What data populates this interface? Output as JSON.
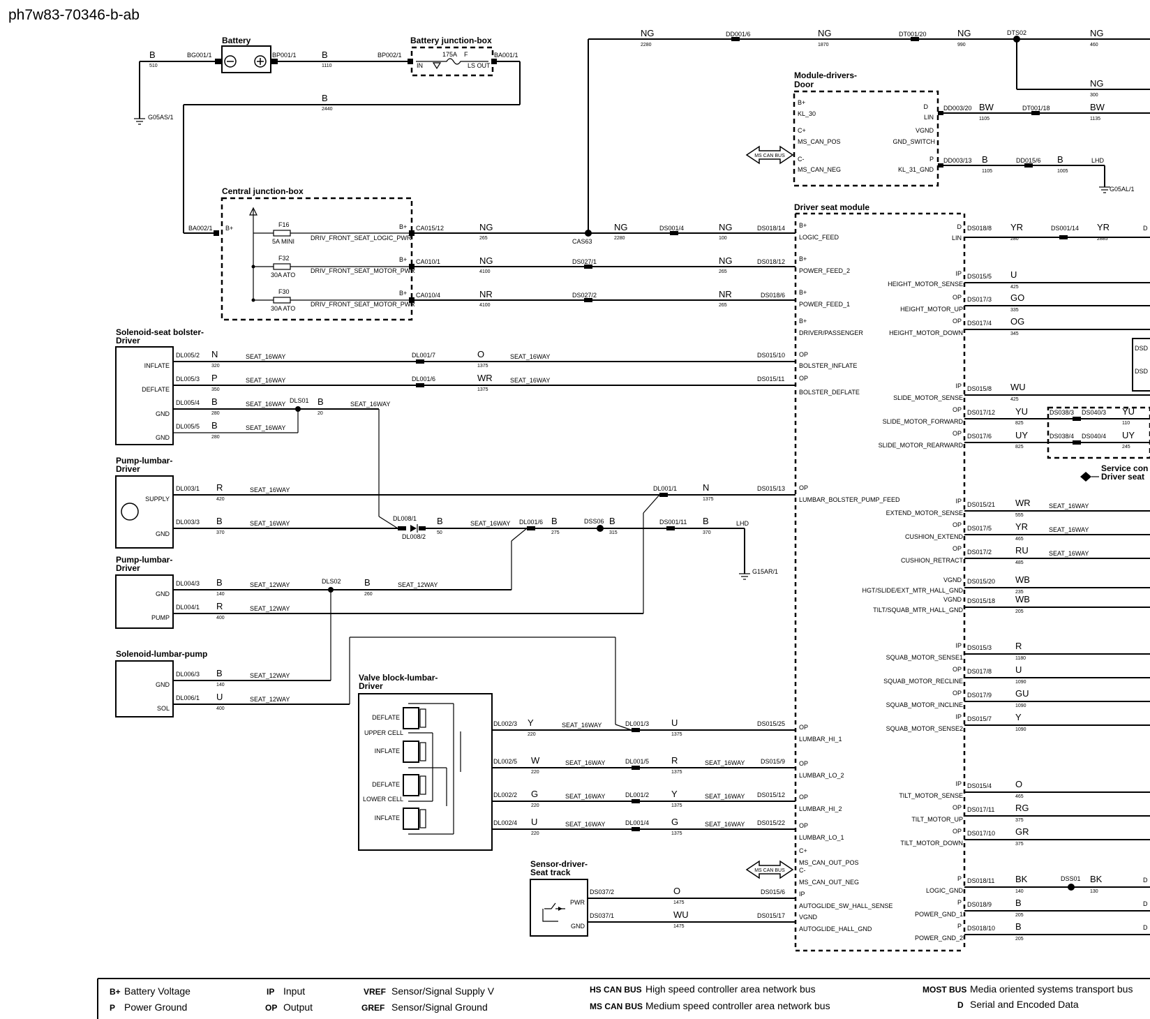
{
  "document_id": "ph7w83-70346-b-ab",
  "components": {
    "battery": "Battery",
    "battery_jb": "Battery junction-box",
    "central_jb": "Central junction-box",
    "module_door": [
      "Module-drivers-",
      "Door"
    ],
    "seat_module": "Driver seat module",
    "sol_bolster": [
      "Solenoid-seat bolster-",
      "Driver"
    ],
    "pump_lumbar_1": [
      "Pump-lumbar-",
      "Driver"
    ],
    "pump_lumbar_2": [
      "Pump-lumbar-",
      "Driver"
    ],
    "sol_lumbar_pump": "Solenoid-lumbar-pump",
    "valve_block": [
      "Valve block-lumbar-",
      "Driver"
    ],
    "sensor_track": [
      "Sensor-driver-",
      "Seat track"
    ],
    "service_conn": [
      "Service con",
      "Driver seat"
    ]
  },
  "labels": {
    "fuse_175": "175A",
    "fuse_f": "F",
    "in": "IN",
    "ls_out": "LS OUT",
    "f16": "F16",
    "f16_rating": "5A MINI",
    "f32": "F32",
    "f32_rating": "30A ATO",
    "f30": "F30",
    "f30_rating": "30A ATO",
    "bplus": "B+",
    "circ_logic": "DRIV_FRONT_SEAT_LOGIC_PWR",
    "circ_motor": "DRIV_FRONT_SEAT_MOTOR_PWR",
    "ms_can_bus": "MS CAN BUS",
    "seat16": "SEAT_16WAY",
    "seat12": "SEAT_12WAY",
    "lhd": "LHD"
  },
  "grounds": {
    "g05as": "G05AS/1",
    "g05al": "G05AL/1",
    "g15ar": "G15AR/1"
  },
  "splices": {
    "cas63": "CAS63",
    "dts02": "DTS02",
    "dls01": "DLS01",
    "dls02": "DLS02",
    "dss06": "DSS06",
    "dss01": "DSS01"
  },
  "connectors": {
    "bg001_1": "BG001/1",
    "bp001_1": "BP001/1",
    "bp002_1": "BP002/1",
    "ba001_1": "BA001/1",
    "ba002_1": "BA002/1",
    "ca015_12": "CA015/12",
    "ca010_1": "CA010/1",
    "ca010_4": "CA010/4",
    "ds001_4": "DS001/4",
    "ds018_14": "DS018/14",
    "ds027_1": "DS027/1",
    "ds018_12": "DS018/12",
    "ds027_2": "DS027/2",
    "ds018_6": "DS018/6",
    "dd001_6": "DD001/6",
    "dt001_20": "DT001/20",
    "dd003_20": "DD003/20",
    "dt001_18": "DT001/18",
    "dd003_13": "DD003/13",
    "dd015_6": "DD015/6",
    "dl005_2": "DL005/2",
    "dl005_3": "DL005/3",
    "dl005_4": "DL005/4",
    "dl005_5": "DL005/5",
    "dl001_7": "DL001/7",
    "dl001_6": "DL001/6",
    "ds015_10": "DS015/10",
    "ds015_11": "DS015/11",
    "dl003_1": "DL003/1",
    "dl003_3": "DL003/3",
    "dl001_1": "DL001/1",
    "ds015_13": "DS015/13",
    "dl008_1": "DL008/1",
    "dl008_2": "DL008/2",
    "dl001_6b": "DL001/6",
    "ds001_11": "DS001/11",
    "dl004_3": "DL004/3",
    "dl004_1": "DL004/1",
    "dl006_3": "DL006/3",
    "dl006_1": "DL006/1",
    "dl002_3": "DL002/3",
    "dl002_5": "DL002/5",
    "dl002_2": "DL002/2",
    "dl002_4": "DL002/4",
    "dl001_3": "DL001/3",
    "dl001_5": "DL001/5",
    "dl001_2": "DL001/2",
    "dl001_4": "DL001/4",
    "ds015_25": "DS015/25",
    "ds015_9": "DS015/9",
    "ds015_12": "DS015/12",
    "ds015_22": "DS015/22",
    "ds037_2": "DS037/2",
    "ds037_1": "DS037/1",
    "ds015_6": "DS015/6",
    "ds015_17": "DS015/17",
    "ds018_8": "DS018/8",
    "ds001_14": "DS001/14",
    "ds015_5": "DS015/5",
    "ds017_3": "DS017/3",
    "ds017_4": "DS017/4",
    "ds015_8": "DS015/8",
    "ds017_12": "DS017/12",
    "ds017_6": "DS017/6",
    "ds038_3": "DS038/3",
    "ds040_3": "DS040/3",
    "ds038_4": "DS038/4",
    "ds040_4": "DS040/4",
    "ds015_21": "DS015/21",
    "ds017_5": "DS017/5",
    "ds017_2": "DS017/2",
    "ds015_20": "DS015/20",
    "ds015_18": "DS015/18",
    "ds015_3": "DS015/3",
    "ds017_8": "DS017/8",
    "ds017_9": "DS017/9",
    "ds015_7": "DS015/7",
    "ds015_4": "DS015/4",
    "ds017_11": "DS017/11",
    "ds017_10": "DS017/10",
    "ds018_11": "DS018/11",
    "ds018_9": "DS018/9",
    "ds018_10": "DS018/10",
    "dsd": "DSD"
  },
  "colors": {
    "B": "B",
    "NG": "NG",
    "NR": "NR",
    "N": "N",
    "P": "P",
    "O": "O",
    "WR": "WR",
    "R": "R",
    "U": "U",
    "Y": "Y",
    "W": "W",
    "G": "G",
    "WU": "WU",
    "BW": "BW",
    "YR": "YR",
    "GO": "GO",
    "OG": "OG",
    "YU": "YU",
    "UY": "UY",
    "RU": "RU",
    "WB": "WB",
    "GU": "GU",
    "RG": "RG",
    "GR": "GR",
    "BK": "BK"
  },
  "sizes": {
    "s510": "510",
    "s1110": "1110",
    "s2440": "2440",
    "s265": "265",
    "s2280": "2280",
    "s100": "100",
    "s4100": "4100",
    "s1870": "1870",
    "s990": "990",
    "s460": "460",
    "s300": "300",
    "s1105": "1105",
    "s1135": "1135",
    "s1005": "1005",
    "s320": "320",
    "s1375": "1375",
    "s350": "350",
    "s280": "280",
    "s20": "20",
    "s420": "420",
    "s370": "370",
    "s50": "50",
    "s275": "275",
    "s315": "315",
    "s140": "140",
    "s260": "260",
    "s400": "400",
    "s220": "220",
    "s1475": "1475",
    "s2885": "2885",
    "s425": "425",
    "s335": "335",
    "s345": "345",
    "s825": "825",
    "s110": "110",
    "s245": "245",
    "s555": "555",
    "s465": "465",
    "s485": "485",
    "s235": "235",
    "s205": "205",
    "s1180": "1180",
    "s1090": "1090",
    "s375": "375",
    "s130": "130"
  },
  "pins": {
    "bat_bplus": "B+",
    "kl30": "KL_30",
    "cplus": "C+",
    "ms_can_pos": "MS_CAN_POS",
    "cminus": "C-",
    "ms_can_neg": "MS_CAN_NEG",
    "d": "D",
    "lin": "LIN",
    "vgnd": "VGND",
    "gnd_switch": "GND_SWITCH",
    "p": "P",
    "kl31": "KL_31_GND",
    "logic_feed": "LOGIC_FEED",
    "power_feed_2": "POWER_FEED_2",
    "power_feed_1": "POWER_FEED_1",
    "driver_passenger": "DRIVER/PASSENGER",
    "op": "OP",
    "ip": "IP",
    "bolster_inflate": "BOLSTER_INFLATE",
    "bolster_deflate": "BOLSTER_DEFLATE",
    "lumbar_pump_feed": "LUMBAR_BOLSTER_PUMP_FEED",
    "lumbar_hi_1": "LUMBAR_HI_1",
    "lumbar_lo_2": "LUMBAR_LO_2",
    "lumbar_hi_2": "LUMBAR_HI_2",
    "lumbar_lo_1": "LUMBAR_LO_1",
    "ms_can_out_pos": "MS_CAN_OUT_POS",
    "ms_can_out_neg": "MS_CAN_OUT_NEG",
    "autoglide_sw": "AUTOGLIDE_SW_HALL_SENSE",
    "autoglide_gnd": "AUTOGLIDE_HALL_GND",
    "inflate": "INFLATE",
    "deflate": "DEFLATE",
    "gnd": "GND",
    "supply": "SUPPLY",
    "pump": "PUMP",
    "sol": "SOL",
    "upper_cell": "UPPER CELL",
    "lower_cell": "LOWER CELL",
    "pwr": "PWR",
    "height_sense": "HEIGHT_MOTOR_SENSE",
    "height_up": "HEIGHT_MOTOR_UP",
    "height_down": "HEIGHT_MOTOR_DOWN",
    "slide_sense": "SLIDE_MOTOR_SENSE",
    "slide_fwd": "SLIDE_MOTOR_FORWARD",
    "slide_rear": "SLIDE_MOTOR_REARWARD",
    "extend_sense": "EXTEND_MOTOR_SENSE",
    "cushion_extend": "CUSHION_EXTEND",
    "cushion_retract": "CUSHION_RETRACT",
    "hall_gnd_1": "HGT/SLIDE/EXT_MTR_HALL_GND",
    "hall_gnd_2": "TILT/SQUAB_MTR_HALL_GND",
    "squab_sense1": "SQUAB_MOTOR_SENSE1",
    "squab_recline": "SQUAB_MOTOR_RECLINE",
    "squab_incline": "SQUAB_MOTOR_INCLINE",
    "squab_sense2": "SQUAB_MOTOR_SENSE2",
    "tilt_sense": "TILT_MOTOR_SENSE",
    "tilt_up": "TILT_MOTOR_UP",
    "tilt_down": "TILT_MOTOR_DOWN",
    "logic_gnd": "LOGIC_GND",
    "power_gnd_1": "POWER_GND_1",
    "power_gnd_2": "POWER_GND_2"
  },
  "legend": [
    {
      "key": "B+",
      "value": "Battery Voltage"
    },
    {
      "key": "P",
      "value": "Power Ground"
    },
    {
      "key": "IP",
      "value": "Input"
    },
    {
      "key": "OP",
      "value": "Output"
    },
    {
      "key": "VREF",
      "value": "Sensor/Signal Supply V"
    },
    {
      "key": "GREF",
      "value": "Sensor/Signal Ground"
    },
    {
      "key": "HS CAN BUS",
      "value": "High speed controller area network bus"
    },
    {
      "key": "MS CAN BUS",
      "value": "Medium speed controller area network bus"
    },
    {
      "key": "MOST BUS",
      "value": "Media oriented systems transport bus"
    },
    {
      "key": "D",
      "value": "Serial and Encoded Data"
    }
  ]
}
